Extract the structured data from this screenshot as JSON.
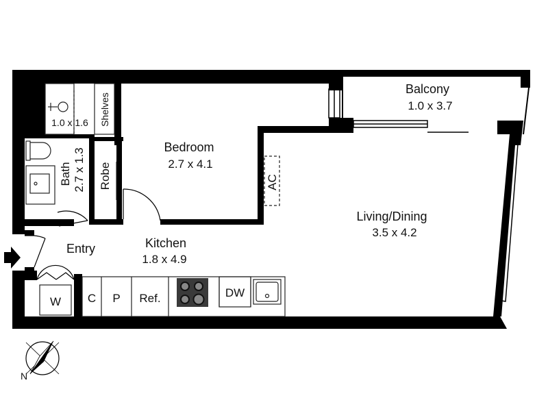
{
  "rooms": {
    "balcony": {
      "name": "Balcony",
      "dims": "1.0 x 3.7"
    },
    "bedroom": {
      "name": "Bedroom",
      "dims": "2.7 x 4.1"
    },
    "living": {
      "name": "Living/Dining",
      "dims": "3.5 x 4.2"
    },
    "kitchen": {
      "name": "Kitchen",
      "dims": "1.8 x 4.9"
    },
    "entry": {
      "name": "Entry"
    },
    "bath": {
      "name": "Bath",
      "dims": "2.7 x 1.3"
    },
    "shower": {
      "dims": "1.0 x 1.6"
    }
  },
  "fixtures": {
    "shelves": "Shelves",
    "robe": "Robe",
    "ac": "AC",
    "washer": "W",
    "c": "C",
    "p": "P",
    "ref": "Ref.",
    "dw": "DW"
  },
  "compass": {
    "north": "N"
  },
  "colors": {
    "wall": "#000000",
    "fixture": "#222222",
    "cooktop": "#3a3a3a"
  }
}
